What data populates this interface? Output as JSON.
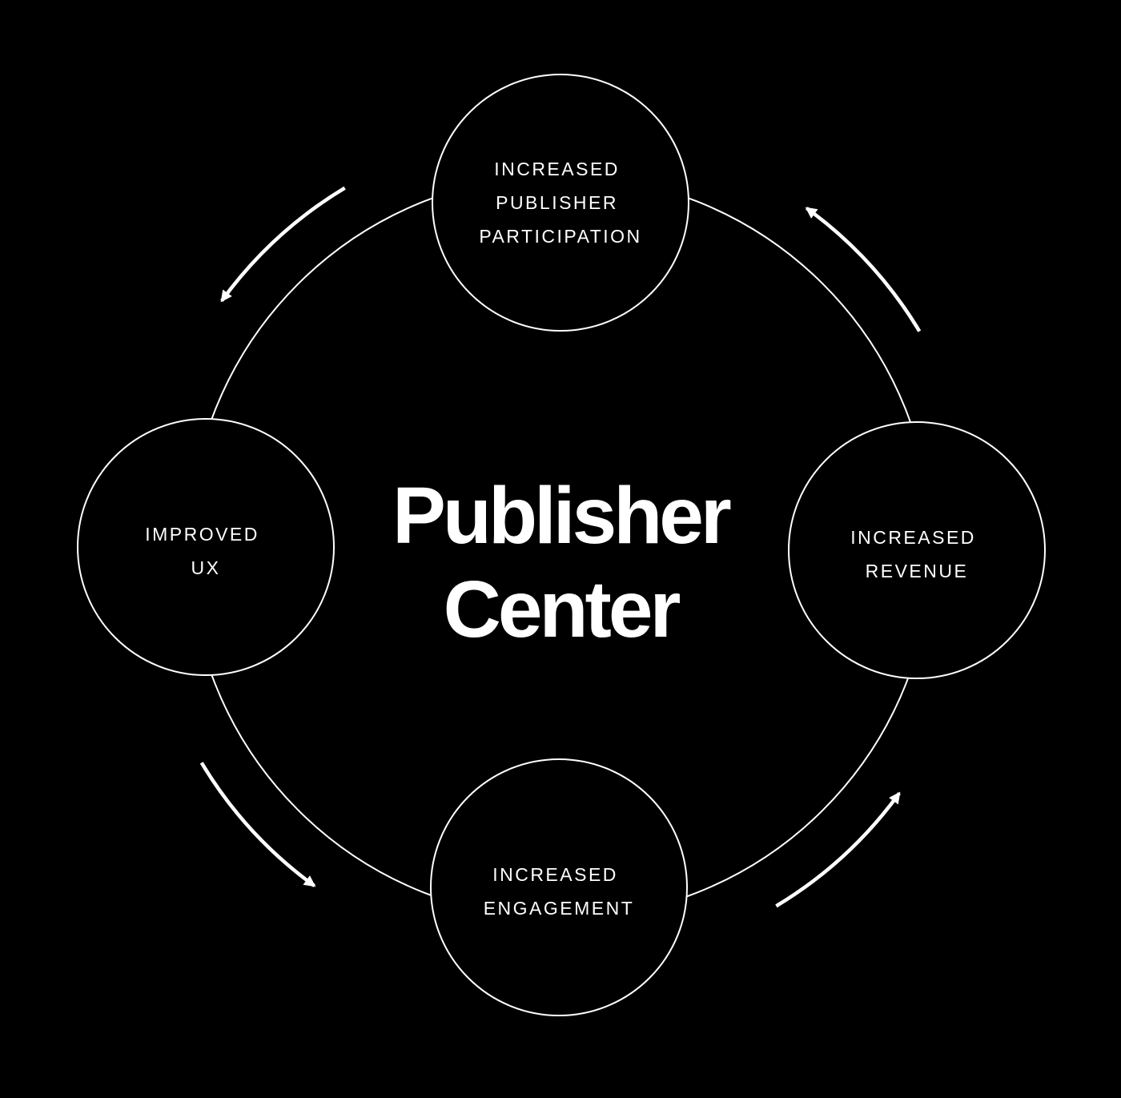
{
  "colors": {
    "background": "#000000",
    "foreground": "#ffffff"
  },
  "title": {
    "line1": "Publisher",
    "line2": "Center"
  },
  "nodes": {
    "top": {
      "label": "INCREASED PUBLISHER PARTICIPATION",
      "lines": [
        "INCREASED",
        "PUBLISHER",
        "PARTICIPATION"
      ]
    },
    "right": {
      "label": "INCREASED REVENUE",
      "lines": [
        "INCREASED",
        "REVENUE"
      ]
    },
    "bottom": {
      "label": "INCREASED ENGAGEMENT",
      "lines": [
        "INCREASED",
        "ENGAGEMENT"
      ]
    },
    "left": {
      "label": "IMPROVED UX",
      "lines": [
        "IMPROVED",
        "UX"
      ]
    }
  },
  "flow": {
    "direction": "counterclockwise",
    "sequence": [
      "INCREASED PUBLISHER PARTICIPATION",
      "IMPROVED UX",
      "INCREASED ENGAGEMENT",
      "INCREASED REVENUE"
    ]
  }
}
